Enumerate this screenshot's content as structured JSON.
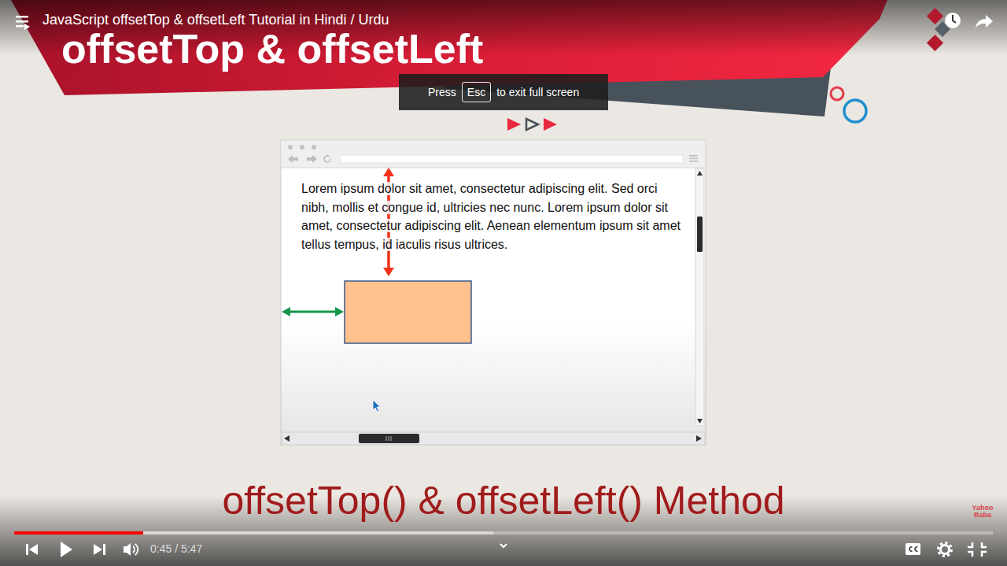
{
  "diagram": {
    "title": "offsetTop & offsetLeft",
    "caption": "offsetTop() & offsetLeft() Method",
    "nodes": [
      {
        "text": [
          "Press",
          "to exit full screen"
        ]
      },
      {
        "text": [
          "Esc"
        ],
        "in": 0
      },
      {
        "text": [
          "Lorem ipsum dolor sit amet, consectetur adipiscing elit. Sed orci nibh, mollis et congue id, ultricies nec nunc. Lorem ipsum dolor sit amet, consectetur adipiscing elit. Aenean elementum ipsum sit amet tellus tempus, id iaculis risus ultrices."
        ]
      }
    ],
    "labels": [
      "JavaScript offsetTop & offsetLeft Tutorial in Hindi / Urdu",
      "0:45 / 5:47",
      "Yahoo Baba"
    ]
  }
}
